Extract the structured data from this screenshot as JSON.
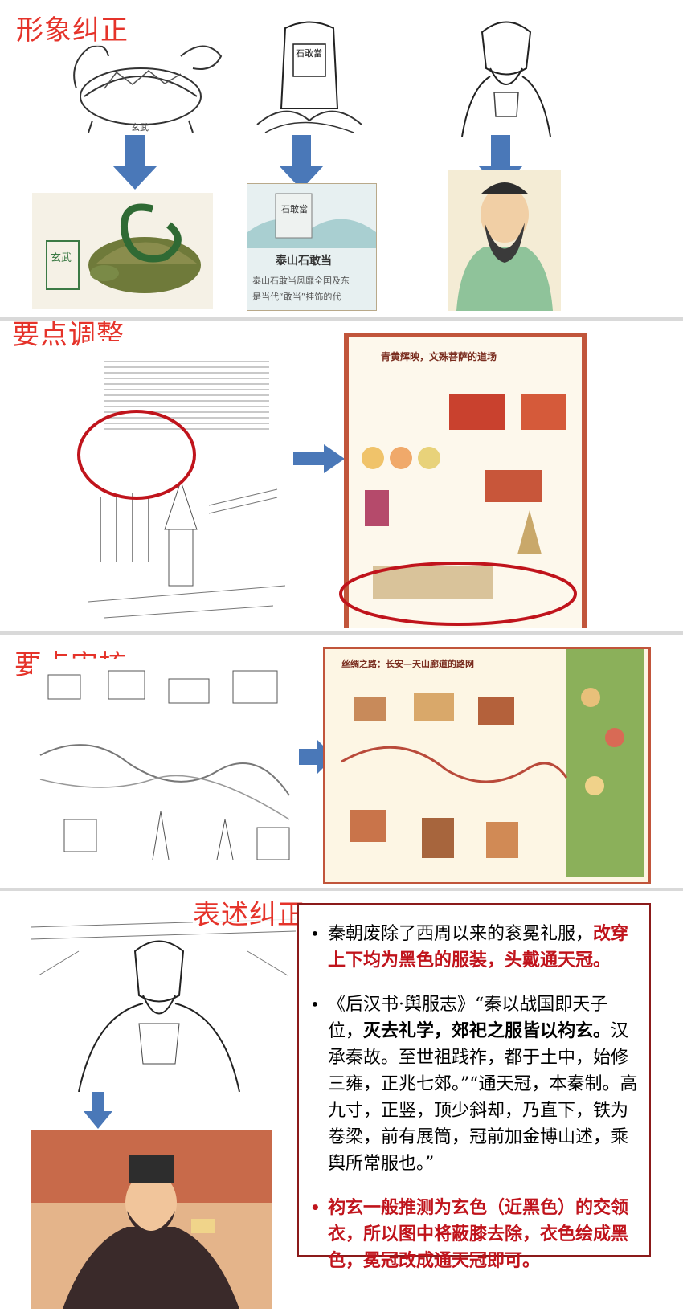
{
  "sections": {
    "s1_title": "形象纠正",
    "s2_title": "要点调整",
    "s3_title": "要点审核",
    "s4_title": "表述纠正"
  },
  "s1": {
    "xuanwu_sketch_label": "玄武",
    "stone_sketch_label": "石敢當",
    "xuanwu_seal": "玄武",
    "stone_color_tablet": "石敢當",
    "stone_caption_title": "泰山石敢当",
    "stone_caption_line1": "泰山石敢当风靡全国及东",
    "stone_caption_line2": "是当代“敢当”挂饰的代"
  },
  "s2": {
    "right_header": "青黄辉映，文殊菩萨的道场"
  },
  "s3": {
    "right_header": "丝绸之路：长安—天山廊道的路网"
  },
  "s4": {
    "bullets": [
      {
        "plain": "秦朝废除了西周以来的衮冕礼服，",
        "red": "改穿上下均为黑色的服装，头戴通天冠。"
      },
      {
        "pre": "《后汉书·舆服志》“秦以战国即天子位，",
        "bold": "灭去礼学，郊祀之服皆以袀玄。",
        "post": "汉承秦故。至世祖践祚，都于土中，始修三雍，正兆七郊。”“通天冠，本秦制。高九寸，正竖，顶少斜却，乃直下，铁为卷梁，前有展筒，冠前加金博山述，乘舆所常服也。”"
      },
      {
        "red": "袀玄一般推测为玄色（近黑色）的交领衣，所以图中将蔽膝去除，衣色绘成黑色，冕冠改成通天冠即可。"
      }
    ]
  },
  "colors": {
    "title_red": "#e5332a",
    "arrow_blue": "#4a78b8",
    "circle_red": "#c0141c",
    "box_border": "#8b1a1a"
  }
}
